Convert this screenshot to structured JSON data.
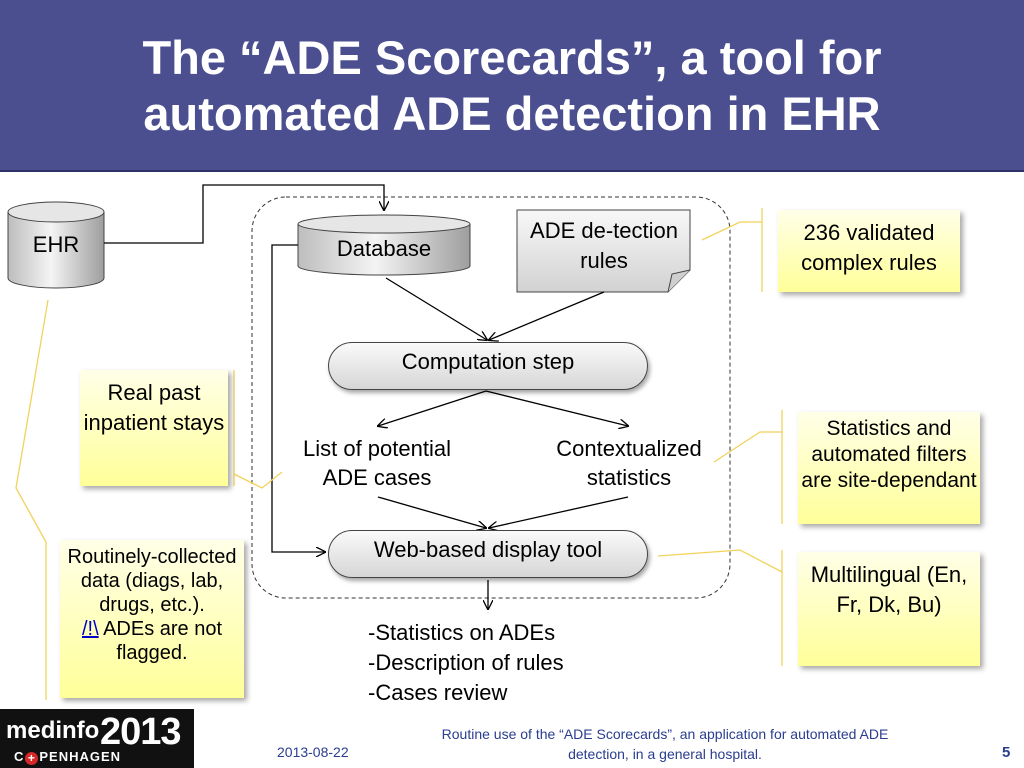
{
  "title": "The “ADE Scorecards”, a tool for automated ADE detection in EHR",
  "nodes": {
    "ehr": "EHR",
    "database": "Database",
    "rules": "ADE de-tection rules",
    "computation": "Computation step",
    "cases": "List of potential ADE cases",
    "context_stats": "Contextualized statistics",
    "display": "Web-based display tool"
  },
  "outputs": [
    "-Statistics on ADEs",
    "-Description of rules",
    "-Cases review"
  ],
  "notes": {
    "validated_rules": "236 validated complex rules",
    "inpatient": "Real past inpatient stays",
    "routine_main": "Routinely-collected data (diags, lab, drugs, etc.).",
    "routine_warn_link": "/!\\",
    "routine_warn_rest": " ADEs are not flagged.",
    "site_dependant": "Statistics and automated filters are site-dependant",
    "multilingual": "Multilingual (En, Fr, Dk, Bu)"
  },
  "footer": {
    "logo_word": "medinfo",
    "logo_year": "2013",
    "logo_city_a": "C",
    "logo_city_b": "PENHAGEN",
    "date": "2013-08-22",
    "caption": "Routine use of the “ADE Scorecards”, an application for automated ADE detection, in a general hospital.",
    "page": "5"
  },
  "colors": {
    "title_bg": "#4b4f8f",
    "note_bg": "#ffff99",
    "callout": "#f2d25a",
    "footer_text": "#2a3d8f"
  }
}
